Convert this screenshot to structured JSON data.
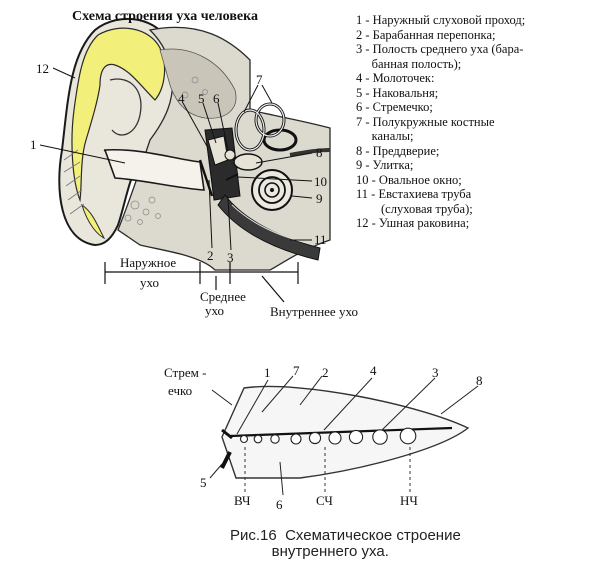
{
  "top_diagram": {
    "title": "Схема строения уха человека",
    "legend": [
      "1 - Наружный слуховой проход;",
      "2 - Барабанная перепонка;",
      "3 - Полость среднего уха (бара-",
      "     банная полость);",
      "4 - Молоточек:",
      "5 - Наковальня;",
      "6 - Стремечко;",
      "7 - Полукружные костные",
      "     каналы;",
      "8 - Преддверие;",
      "9 - Улитка;",
      "10 - Овальное окно;",
      "11 - Евстахиева труба",
      "        (слуховая труба);",
      "12 - Ушная раковина;"
    ],
    "callouts": {
      "n1": "1",
      "n2": "2",
      "n3": "3",
      "n4": "4",
      "n5": "5",
      "n6": "6",
      "n7": "7",
      "n8": "8",
      "n9": "9",
      "n10": "10",
      "n11": "11",
      "n12": "12"
    },
    "regions": {
      "outer_line1": "Наружное",
      "outer_line2": "ухо",
      "middle_line1": "Среднее",
      "middle_line2": "ухо",
      "inner": "Внутреннее  ухо"
    }
  },
  "bottom_diagram": {
    "stapes_label_line1": "Стрем -",
    "stapes_label_line2": "ечко",
    "callouts": {
      "n1": "1",
      "n2": "2",
      "n3": "3",
      "n4": "4",
      "n5": "5",
      "n6": "6",
      "n7": "7",
      "n8": "8"
    },
    "freq_labels": {
      "high": "ВЧ",
      "mid": "СЧ",
      "low": "НЧ"
    },
    "caption_line1": "Рис.16  Схематическое строение",
    "caption_line2": "          внутреннего уха."
  },
  "colors": {
    "pinna_yellow": "#f2ef7a",
    "ink": "#1a1a1a",
    "shade": "#9a9a9a"
  }
}
